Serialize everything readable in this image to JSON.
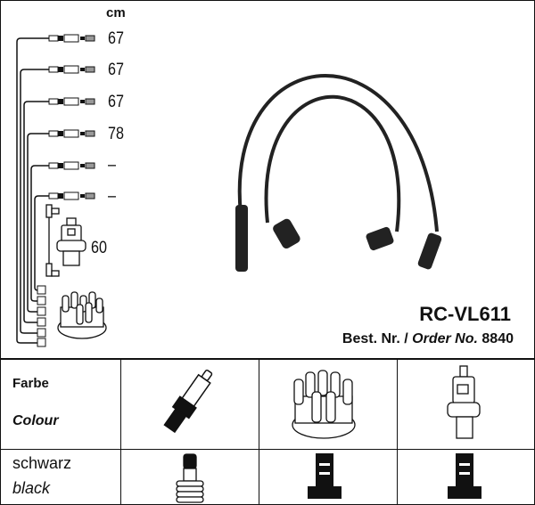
{
  "unit_label": "cm",
  "cable_lengths": [
    "67",
    "67",
    "67",
    "78",
    "–",
    "–",
    "60"
  ],
  "product": {
    "code": "RC-VL611",
    "order_prefix": "Best. Nr. /",
    "order_label": "Order No.",
    "order_number": "8840"
  },
  "table": {
    "header_de": "Farbe",
    "header_en": "Colour",
    "color_de": "schwarz",
    "color_en": "black",
    "columns": [
      "spark-plug",
      "distributor-cap",
      "ignition-coil"
    ]
  }
}
